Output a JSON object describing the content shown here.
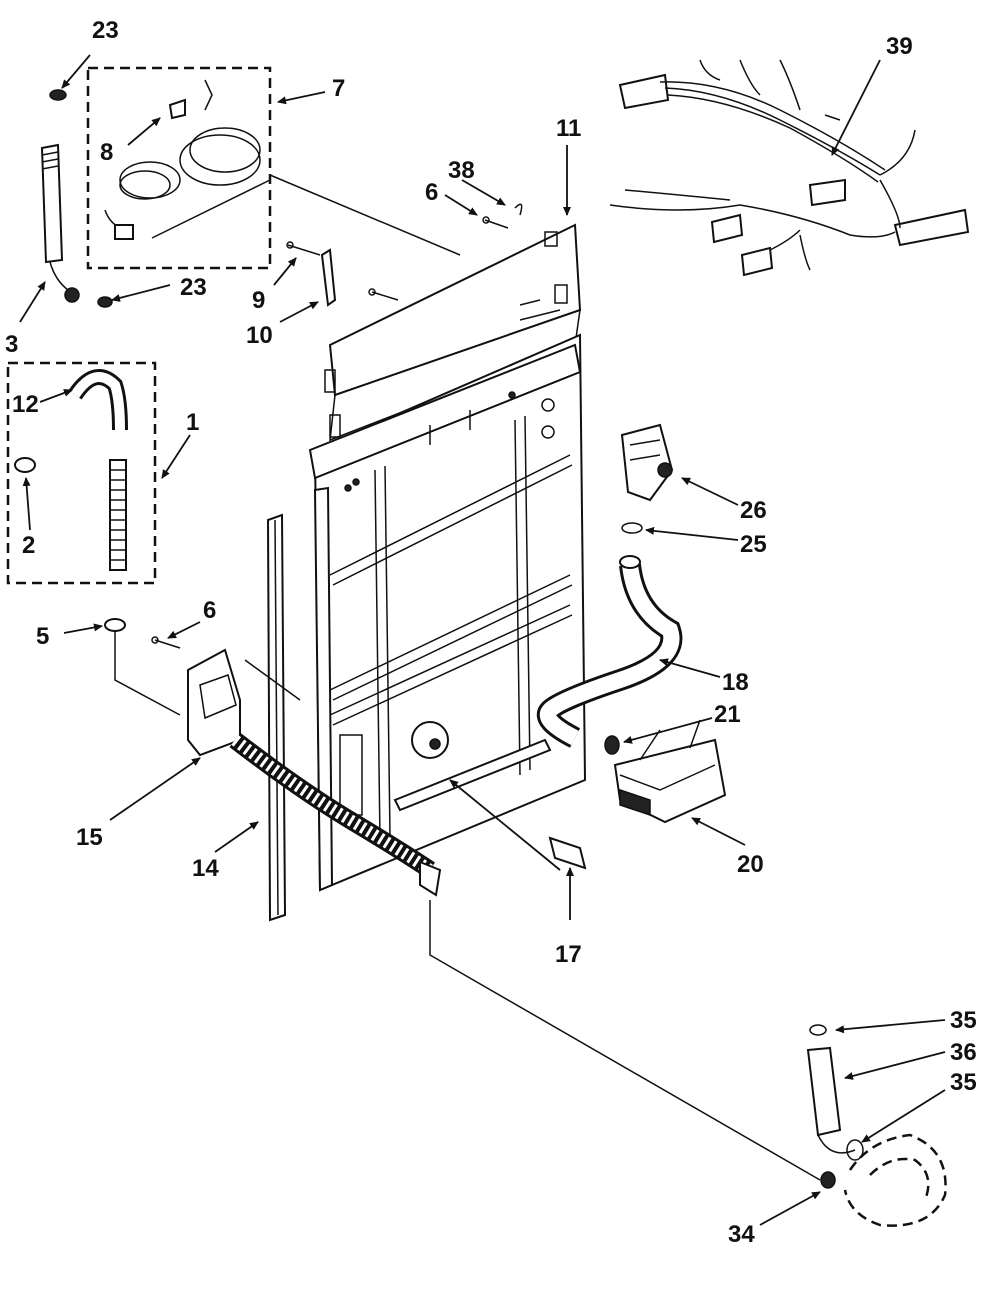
{
  "callouts": {
    "c1": "1",
    "c2": "2",
    "c3": "3",
    "c5": "5",
    "c6a": "6",
    "c6b": "6",
    "c7": "7",
    "c8": "8",
    "c9": "9",
    "c10": "10",
    "c11": "11",
    "c12": "12",
    "c14": "14",
    "c15": "15",
    "c17": "17",
    "c18": "18",
    "c20": "20",
    "c21": "21",
    "c23a": "23",
    "c23b": "23",
    "c25": "25",
    "c26": "26",
    "c34": "34",
    "c35a": "35",
    "c35b": "35",
    "c36": "36",
    "c38": "38",
    "c39": "39"
  }
}
